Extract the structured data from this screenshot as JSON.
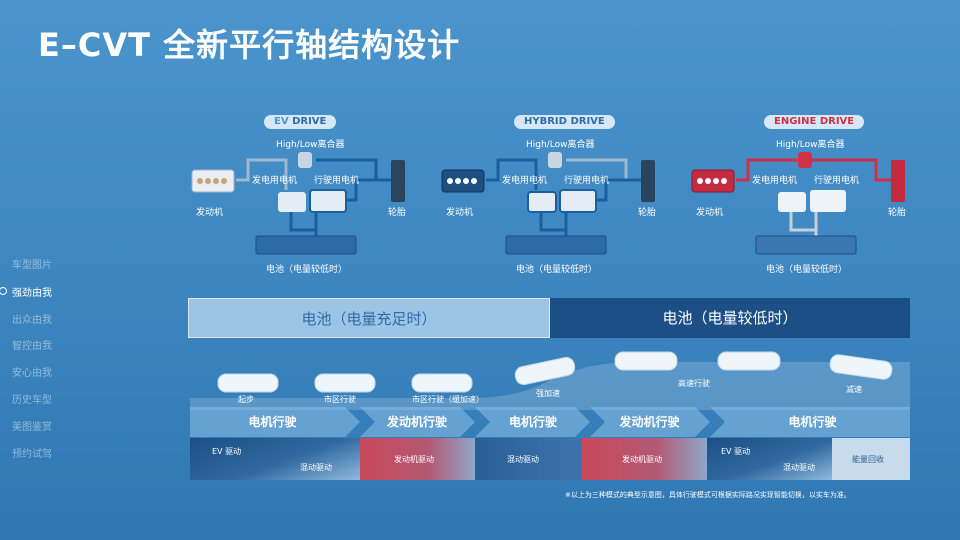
{
  "title": "E–CVT 全新平行轴结构设计",
  "sidebar": {
    "items": [
      {
        "label": "车型图片",
        "active": false
      },
      {
        "label": "强劲由我",
        "active": true
      },
      {
        "label": "出众由我",
        "active": false
      },
      {
        "label": "智控由我",
        "active": false
      },
      {
        "label": "安心由我",
        "active": false
      },
      {
        "label": "历史车型",
        "active": false
      },
      {
        "label": "美图鉴赏",
        "active": false
      },
      {
        "label": "预约试驾",
        "active": false
      }
    ]
  },
  "diagrams": [
    {
      "mode": "EV DRIVE",
      "mode_prefix": "EV",
      "mode_suffix": "DRIVE",
      "clutch": "High/Low离合器",
      "gen_motor": "发电用电机",
      "drive_motor": "行驶用电机",
      "engine": "发动机",
      "tire": "轮胎",
      "battery": "电池（电量较低时）"
    },
    {
      "mode": "HYBRID DRIVE",
      "mode_prefix": "HYBRID",
      "mode_suffix": "DRIVE",
      "clutch": "High/Low离合器",
      "gen_motor": "发电用电机",
      "drive_motor": "行驶用电机",
      "engine": "发动机",
      "tire": "轮胎",
      "battery": "电池（电量较低时）"
    },
    {
      "mode": "ENGINE DRIVE",
      "mode_prefix": "ENGINE",
      "mode_suffix": "DRIVE",
      "clutch": "High/Low离合器",
      "gen_motor": "发电用电机",
      "drive_motor": "行驶用电机",
      "engine": "发动机",
      "tire": "轮胎",
      "battery": "电池（电量较低时）"
    }
  ],
  "battery_band": {
    "left": "电池（电量充足时）",
    "right": "电池（电量较低时）"
  },
  "road_labels": [
    "起步",
    "市区行驶",
    "市区行驶（缓加速）",
    "强加速",
    "高速行驶",
    "减速"
  ],
  "drive_segments": [
    "电机行驶",
    "发动机行驶",
    "电机行驶",
    "发动机行驶",
    "电机行驶"
  ],
  "drive_cells": {
    "c1_top": "EV 驱动",
    "c1_bottom": "混动驱动",
    "c2": "发动机驱动",
    "c3": "混动驱动",
    "c4": "发动机驱动",
    "c5_top": "EV 驱动",
    "c5_bottom": "混动驱动",
    "c6": "能量回收"
  },
  "footnote": "※以上为三种模式的典型示意图，具体行驶模式可根据实际路况实现智能切换，以实车为准。",
  "colors": {
    "accent_red": "#d03048",
    "accent_blue": "#1b4f86",
    "light_blue": "#dcebf7"
  }
}
